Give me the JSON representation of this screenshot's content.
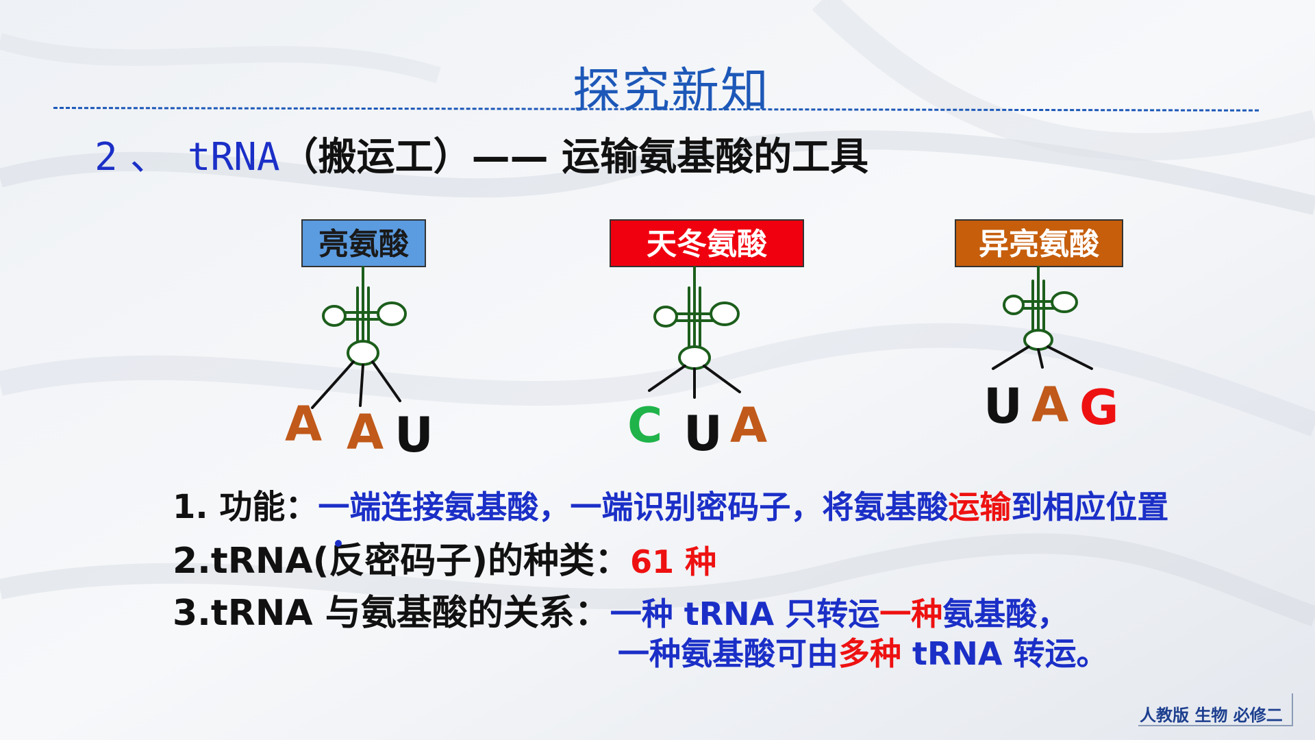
{
  "slide": {
    "title": "探究新知",
    "heading": {
      "number": "2",
      "separator": "、",
      "term": "tRNA",
      "rest": "（搬运工）—— 运输氨基酸的工具"
    },
    "trnas": [
      {
        "amino_acid": "亮氨酸",
        "box_color": "#5b9be0",
        "bases": [
          {
            "text": "A",
            "color": "#c0591a"
          },
          {
            "text": "A",
            "color": "#c0591a"
          },
          {
            "text": "U",
            "color": "#111111"
          }
        ]
      },
      {
        "amino_acid": "天冬氨酸",
        "box_color": "#f0000f",
        "bases": [
          {
            "text": "C",
            "color": "#1fb34a"
          },
          {
            "text": "U",
            "color": "#111111"
          },
          {
            "text": "A",
            "color": "#c0591a"
          }
        ]
      },
      {
        "amino_acid": "异亮氨酸",
        "box_color": "#c65e0c",
        "bases": [
          {
            "text": "U",
            "color": "#111111"
          },
          {
            "text": "A",
            "color": "#c0591a"
          },
          {
            "text": "G",
            "color": "#ee1111"
          }
        ]
      }
    ],
    "points": {
      "p1_label": "1. 功能：",
      "p1_text_a": "一端连接氨基酸，一端识别密码子，将氨基酸",
      "p1_text_red": "运输",
      "p1_text_b": "到相应位置",
      "p2_label": "2.tRNA(反密码子)的种类：",
      "p2_value": "61 种",
      "p3_label": "3.tRNA 与氨基酸的关系：",
      "p3_text_a": "一种 tRNA 只转运",
      "p3_text_red": "一种",
      "p3_text_b": "氨基酸，",
      "p4_text_a": "一种氨基酸可由",
      "p4_text_red": "多种",
      "p4_text_b": " tRNA 转运。"
    },
    "footer": "人教版 生物 必修二"
  },
  "colors": {
    "title_blue": "#1d58b8",
    "text_blue": "#1b2fc7",
    "accent_red": "#ee1111",
    "trna_green": "#1c5e1c"
  }
}
